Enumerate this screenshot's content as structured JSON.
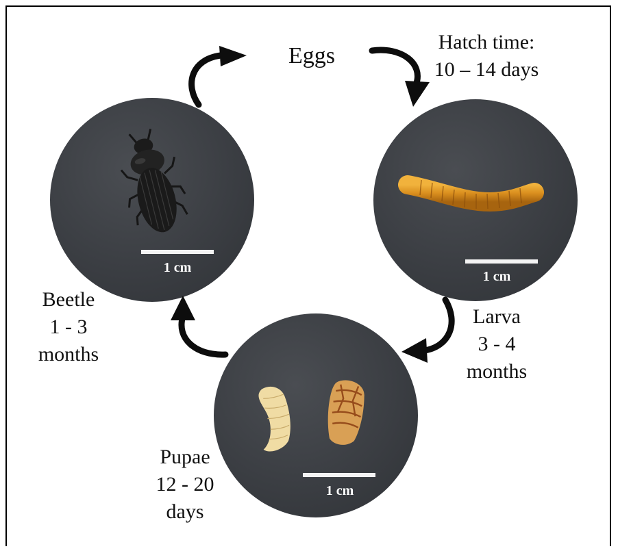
{
  "stages": {
    "eggs": {
      "title": "Eggs"
    },
    "hatch": {
      "line1": "Hatch time:",
      "line2": "10 – 14 days"
    },
    "beetle": {
      "name": "Beetle",
      "duration": "1 - 3",
      "unit": "months"
    },
    "larva": {
      "name": "Larva",
      "duration": "3 - 4",
      "unit": "months"
    },
    "pupae": {
      "name": "Pupae",
      "duration": "12 - 20",
      "unit": "days"
    }
  },
  "scale_bars": {
    "beetle": "1 cm",
    "larva": "1 cm",
    "pupae": "1 cm"
  },
  "colors": {
    "background": "#ffffff",
    "arrow": "#0d0d0d",
    "photo_background": "#3b3e43",
    "beetle": "#1a1a1a",
    "larva": "#d9901f",
    "pupa_light": "#f0dca4",
    "pupa_dark": "#c8782e"
  },
  "icons": [
    "curved-arrow-icon"
  ]
}
